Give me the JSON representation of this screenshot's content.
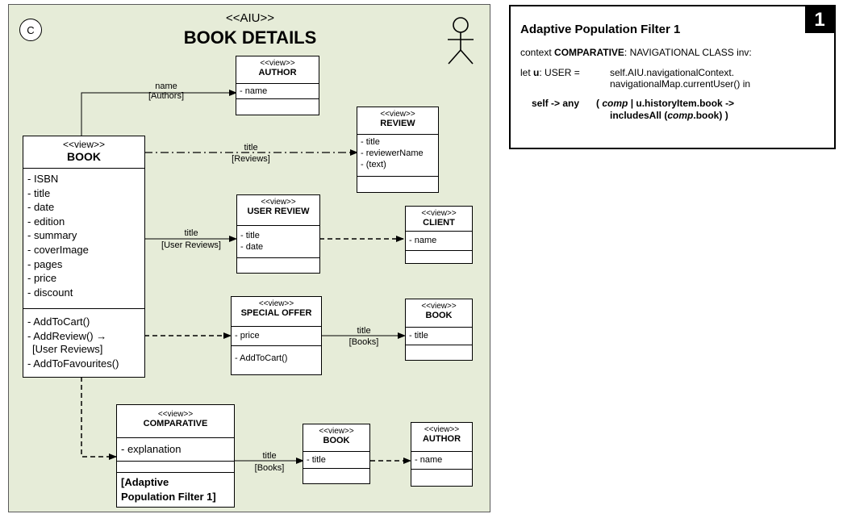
{
  "diagram": {
    "badge": "C",
    "stereotype": "<<AIU>>",
    "title": "BOOK DETAILS"
  },
  "classes": {
    "book_main": {
      "stereotype": "<<view>>",
      "name": "BOOK",
      "attributes": [
        "- ISBN",
        "- title",
        "- date",
        "- edition",
        "- summary",
        "- coverImage",
        "- pages",
        "- price",
        "- discount"
      ],
      "operations": [
        "- AddToCart()",
        "- AddReview() →",
        "[User Reviews]",
        "- AddToFavourites()"
      ]
    },
    "author_top": {
      "stereotype": "<<view>>",
      "name": "AUTHOR",
      "attributes": [
        "- name"
      ]
    },
    "review": {
      "stereotype": "<<view>>",
      "name": "REVIEW",
      "attributes": [
        "- title",
        "- reviewerName",
        "- (text)"
      ]
    },
    "user_review": {
      "stereotype": "<<view>>",
      "name": "USER REVIEW",
      "attributes": [
        "- title",
        "- date"
      ]
    },
    "client": {
      "stereotype": "<<view>>",
      "name": "CLIENT",
      "attributes": [
        "- name"
      ]
    },
    "special_offer": {
      "stereotype": "<<view>>",
      "name": "SPECIAL OFFER",
      "attributes": [
        "- price"
      ],
      "operations": [
        "-  AddToCart()"
      ]
    },
    "book_offer": {
      "stereotype": "<<view>>",
      "name": "BOOK",
      "attributes": [
        "- title"
      ]
    },
    "comparative": {
      "stereotype": "<<view>>",
      "name": "COMPARATIVE",
      "attributes": [
        "- explanation"
      ],
      "filter_ref": [
        "[Adaptive",
        "Population Filter 1]"
      ]
    },
    "book_bottom": {
      "stereotype": "<<view>>",
      "name": "BOOK",
      "attributes": [
        "- title"
      ]
    },
    "author_bottom": {
      "stereotype": "<<view>>",
      "name": "AUTHOR",
      "attributes": [
        "- name"
      ]
    }
  },
  "links": {
    "authors": [
      "name",
      "[Authors]"
    ],
    "reviews": [
      "title",
      "[Reviews]"
    ],
    "user_reviews": [
      "title",
      "[User Reviews]"
    ],
    "books_offer": [
      "title",
      "[Books]"
    ],
    "books_bottom": [
      "title",
      "[Books]"
    ]
  },
  "filter_panel": {
    "number": "1",
    "title": "Adaptive Population Filter 1",
    "context_prefix": "context ",
    "context_bold": "COMPARATIVE",
    "context_suffix": ": NAVIGATIONAL CLASS inv:",
    "let_prefix": "let ",
    "let_var": "u",
    "let_suffix": ": USER =",
    "let_expr_1": "self.AIU.navigationalContext.",
    "let_expr_2": "navigationalMap.currentUser() in",
    "any_text": "self -> any",
    "any_open": "(",
    "any_var": "comp",
    "any_rest": " | u.historyItem.book ->",
    "includes_prefix": "includesAll (",
    "includes_var": "comp",
    "includes_suffix": ".book) )"
  },
  "colors": {
    "diagram_background": "#e6ecd8",
    "panel_badge": "#000000"
  },
  "icons": {
    "actor": "user-stick-figure-icon"
  }
}
